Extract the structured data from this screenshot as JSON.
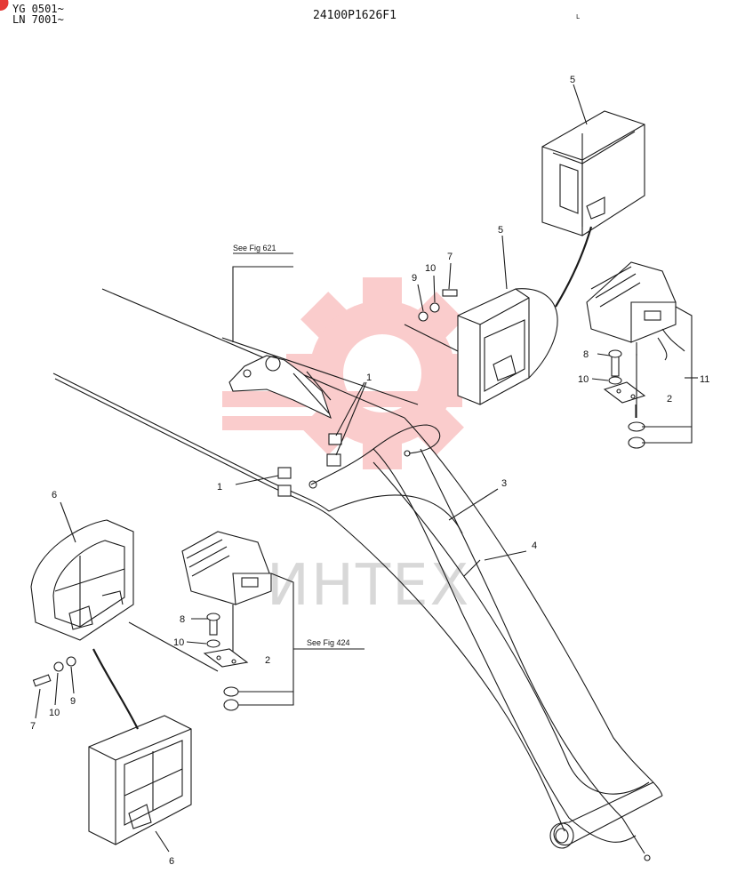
{
  "header": {
    "serial_1": "YG 0501~",
    "serial_2": "LN 7001~",
    "drawing_number": "24100P1626F1",
    "corner_mark": "L"
  },
  "watermark": {
    "text": "ИНТЕХ",
    "logo_color": "#f04a4a"
  },
  "references": {
    "see_fig_621": "See Fig 621",
    "see_fig_424": "See Fig 424"
  },
  "callouts": {
    "c1a": "1",
    "c1b": "1",
    "c2a": "2",
    "c2b": "2",
    "c3": "3",
    "c4": "4",
    "c5a": "5",
    "c5b": "5",
    "c6a": "6",
    "c6b": "6",
    "c7a": "7",
    "c7b": "7",
    "c8a": "8",
    "c8b": "8",
    "c9a": "9",
    "c9b": "9",
    "c10a": "10",
    "c10b": "10",
    "c10c": "10",
    "c10d": "10",
    "c11": "11"
  }
}
